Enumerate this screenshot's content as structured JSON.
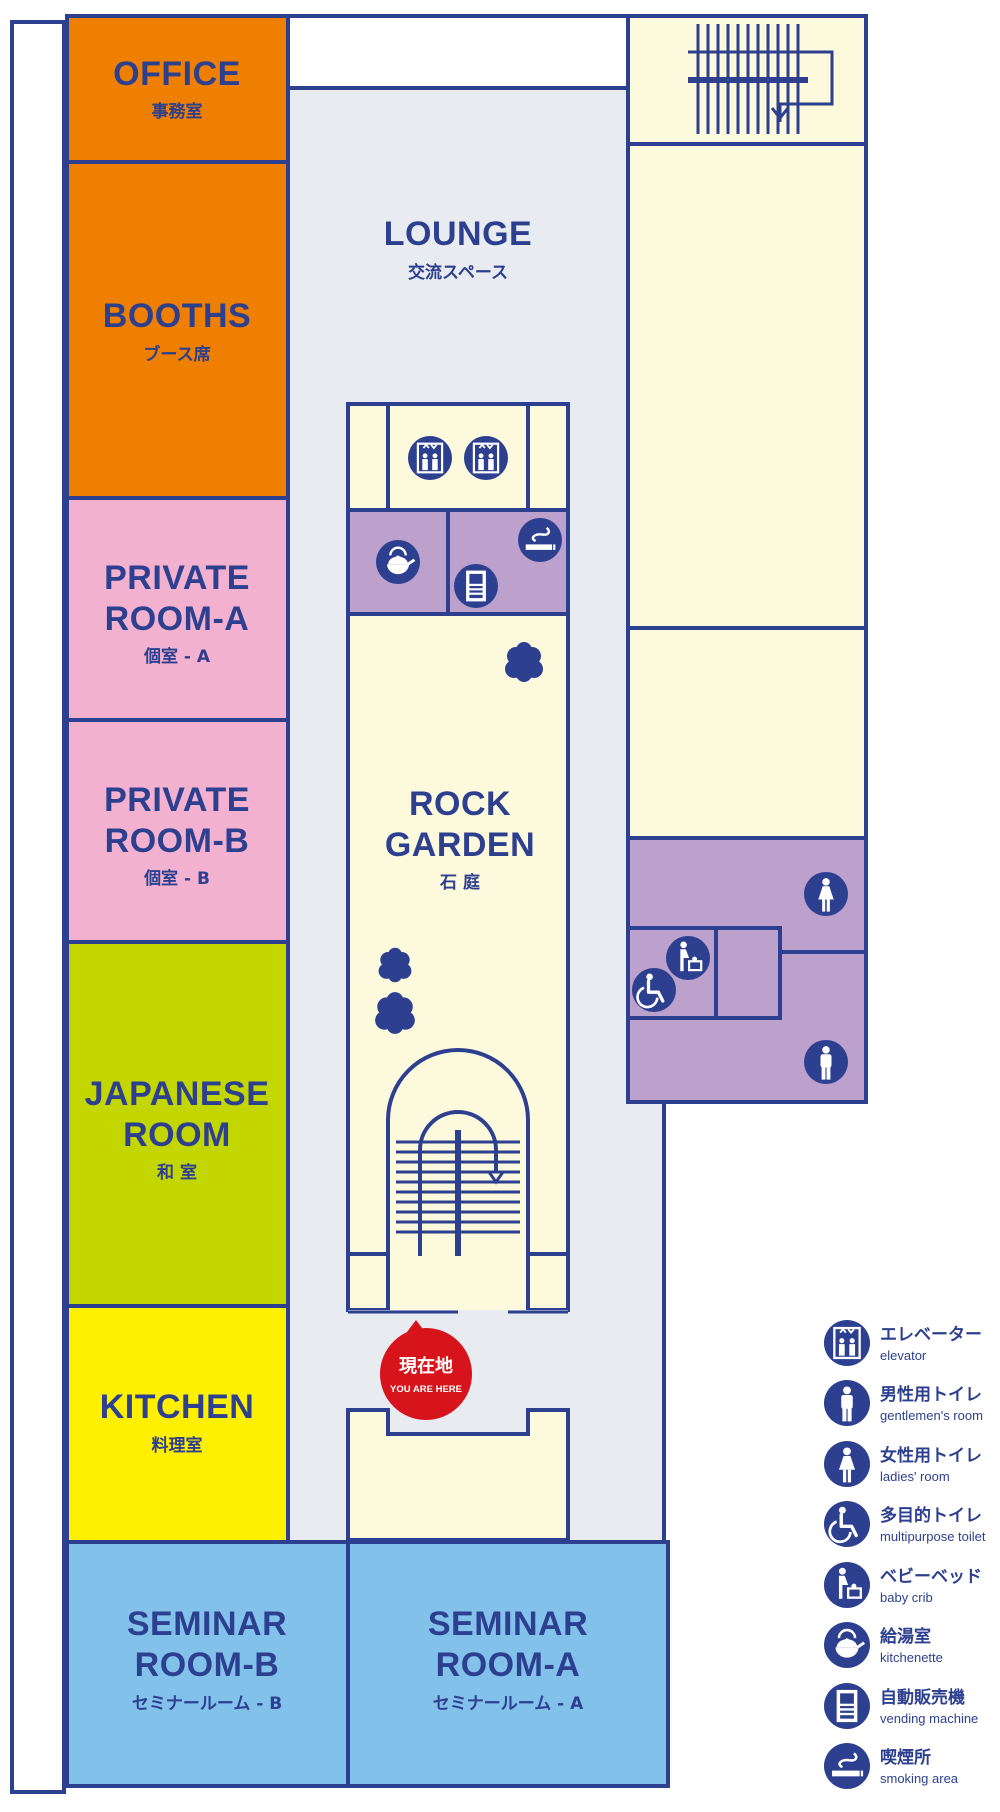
{
  "colors": {
    "outline": "#2d3f8f",
    "office": "#ee7f00",
    "private": "#f2b1cf",
    "japanese": "#c4d600",
    "kitchen": "#fff000",
    "seminar": "#82c2ea",
    "corridor": "#e8ebf0",
    "garden": "#fdf9dc",
    "service": "#bba1cb",
    "here": "#d7141b"
  },
  "rooms": {
    "office": {
      "en": "OFFICE",
      "ja": "事務室"
    },
    "booths": {
      "en": "BOOTHS",
      "ja": "ブース席"
    },
    "private_a": {
      "en1": "PRIVATE",
      "en2": "ROOM-A",
      "ja": "個室 - A"
    },
    "private_b": {
      "en1": "PRIVATE",
      "en2": "ROOM-B",
      "ja": "個室 - B"
    },
    "japanese": {
      "en1": "JAPANESE",
      "en2": "ROOM",
      "ja": "和 室"
    },
    "kitchen": {
      "en": "KITCHEN",
      "ja": "料理室"
    },
    "seminar_b": {
      "en1": "SEMINAR",
      "en2": "ROOM-B",
      "ja": "セミナールーム - B"
    },
    "seminar_a": {
      "en1": "SEMINAR",
      "en2": "ROOM-A",
      "ja": "セミナールーム - A"
    },
    "lounge": {
      "en": "LOUNGE",
      "ja": "交流スペース"
    },
    "rock_garden": {
      "en1": "ROCK",
      "en2": "GARDEN",
      "ja": "石 庭"
    }
  },
  "you_are_here": {
    "ja": "現在地",
    "en": "YOU ARE HERE"
  },
  "legend": [
    {
      "icon": "elevator-icon",
      "ja": "エレベーター",
      "en": "elevator"
    },
    {
      "icon": "mens-toilet-icon",
      "ja": "男性用トイレ",
      "en": "gentlemen's room"
    },
    {
      "icon": "ladies-toilet-icon",
      "ja": "女性用トイレ",
      "en": "ladies' room"
    },
    {
      "icon": "multipurpose-toilet-icon",
      "ja": "多目的トイレ",
      "en": "multipurpose toilet"
    },
    {
      "icon": "baby-crib-icon",
      "ja": "ベビーベッド",
      "en": "baby crib"
    },
    {
      "icon": "kitchenette-icon",
      "ja": "給湯室",
      "en": "kitchenette"
    },
    {
      "icon": "vending-machine-icon",
      "ja": "自動販売機",
      "en": "vending machine"
    },
    {
      "icon": "smoking-area-icon",
      "ja": "喫煙所",
      "en": "smoking area"
    }
  ]
}
